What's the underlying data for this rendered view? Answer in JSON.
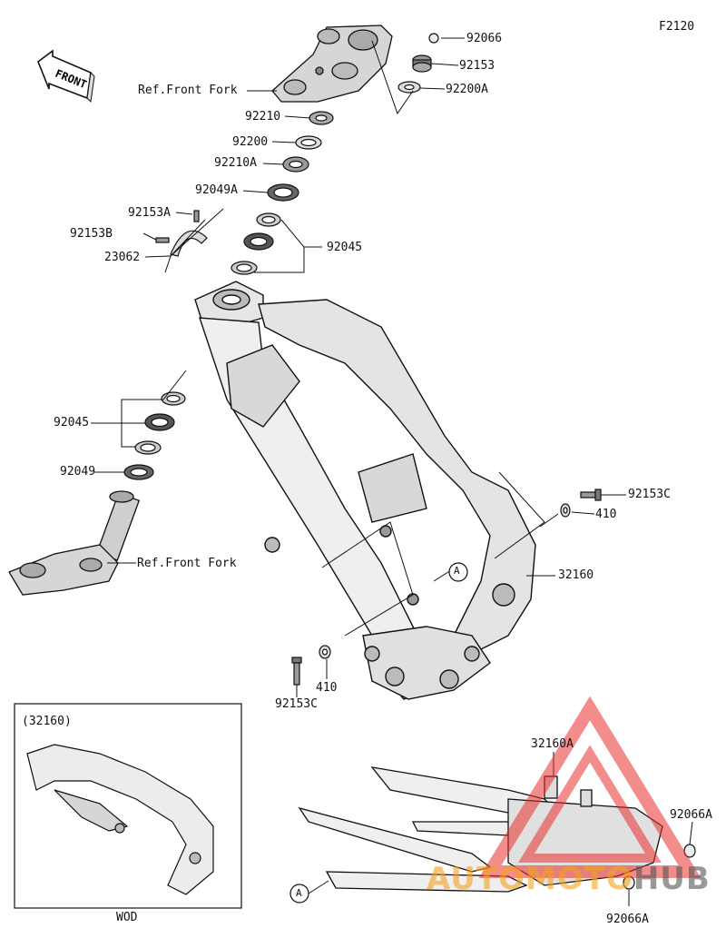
{
  "figure_code": "F2120",
  "front_badge": "FRONT",
  "ref_front_fork_upper": "Ref.Front Fork",
  "ref_front_fork_lower": "Ref.Front Fork",
  "inset": {
    "title": "(32160)",
    "caption": "WOD"
  },
  "callout_a_main": "A",
  "callout_a_sub": "A",
  "parts": {
    "p92066": "92066",
    "p92153": "92153",
    "p92200A": "92200A",
    "p92210": "92210",
    "p92200": "92200",
    "p92210A": "92210A",
    "p92049A": "92049A",
    "p92153A": "92153A",
    "p92153B": "92153B",
    "p23062": "23062",
    "p92045_upper": "92045",
    "p92045_lower": "92045",
    "p92049": "92049",
    "p92153C_right": "92153C",
    "p410_right": "410",
    "p32160": "32160",
    "p410_bottom": "410",
    "p92153C_bottom": "92153C",
    "p32160A": "32160A",
    "p92066A_right": "92066A",
    "p92066A_bottom": "92066A"
  },
  "watermark": {
    "text_part1": "AUTO",
    "text_part2": "MOTO",
    "text_part3": "HUB",
    "color_red": "#e8312e",
    "color_orange": "#f4a21e",
    "color_gray": "#555555"
  }
}
